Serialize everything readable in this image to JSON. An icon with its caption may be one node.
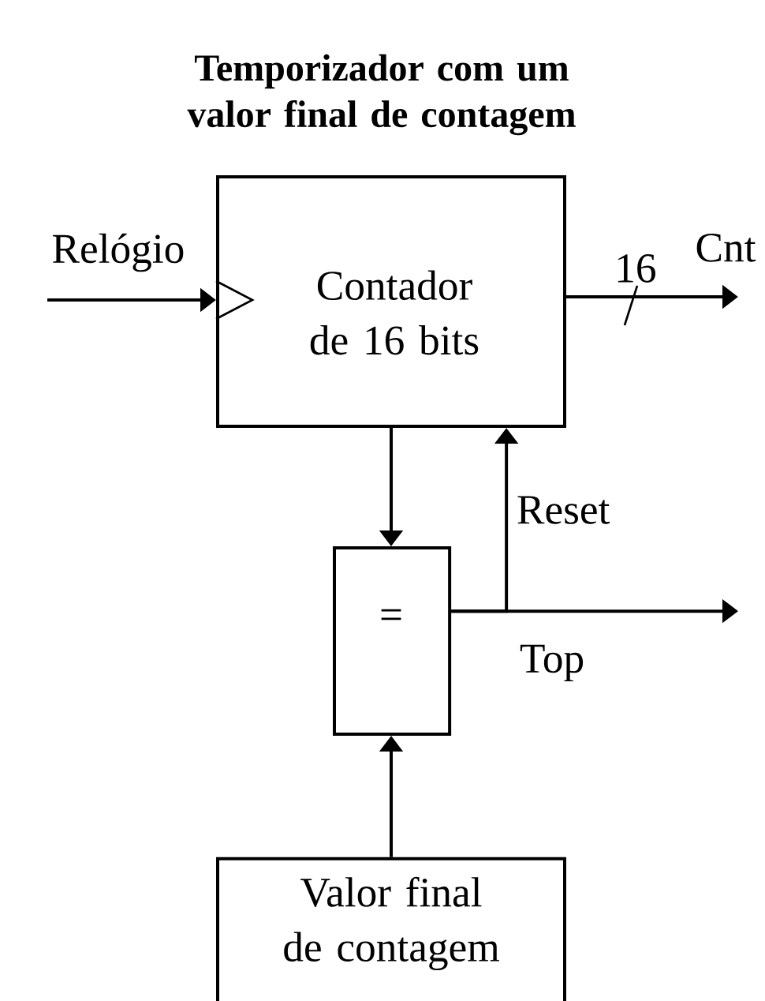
{
  "diagram": {
    "title": "Temporizador com um valor final de contagem",
    "nodes": [
      {
        "text": [
          "Contador de 16 bits"
        ]
      },
      {
        "text": [
          "="
        ]
      },
      {
        "text": [
          "Valor final de contagem"
        ]
      }
    ],
    "edges": [
      {
        "from": null,
        "to": 0,
        "arrow": "to",
        "label": "Relógio"
      },
      {
        "from": 0,
        "to": null,
        "arrow": "to",
        "label": "Cnt"
      },
      {
        "from": 0,
        "to": 1,
        "arrow": "to"
      },
      {
        "from": 2,
        "to": 1,
        "arrow": "to"
      },
      {
        "from": 1,
        "to": 0,
        "arrow": "to",
        "label": "Reset"
      },
      {
        "from": 1,
        "to": null,
        "arrow": "to",
        "label": "Top"
      }
    ],
    "labels": [
      "16"
    ]
  }
}
